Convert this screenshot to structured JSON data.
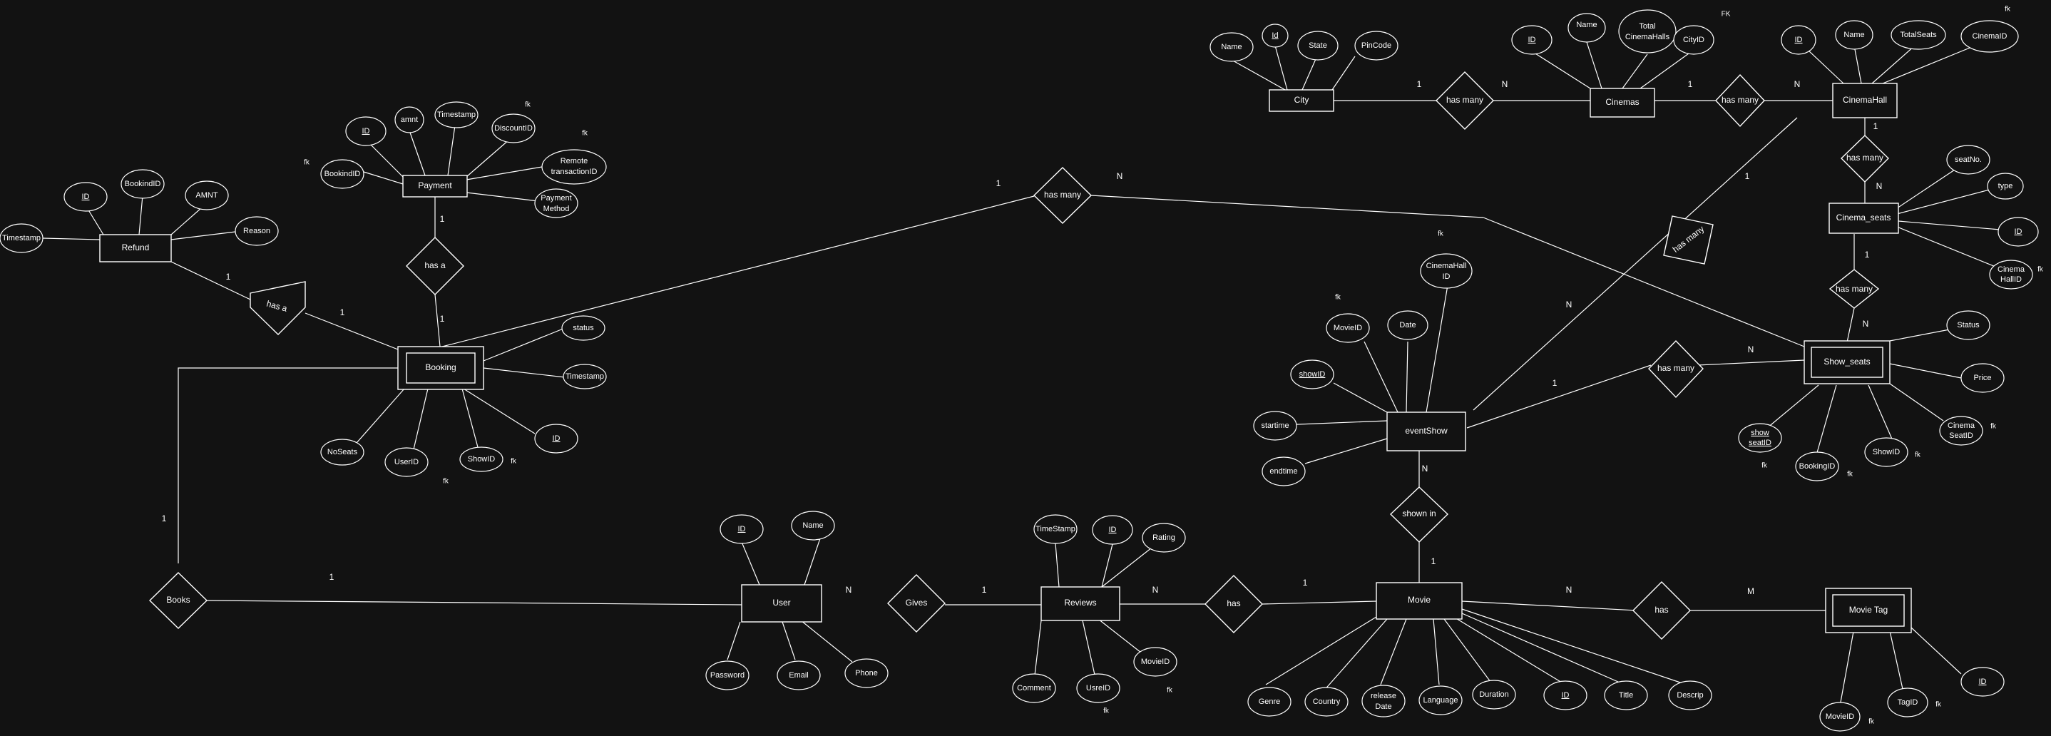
{
  "colors": {
    "background": "#121212",
    "stroke": "#ffffff",
    "text": "#ffffff"
  },
  "entities": {
    "refund": "Refund",
    "payment": "Payment",
    "booking": "Booking",
    "city": "City",
    "cinemas": "Cinemas",
    "cinema_hall": "CinemaHall",
    "cinema_seats": "Cinema_seats",
    "show_seats": "Show_seats",
    "event_show": "eventShow",
    "user": "User",
    "reviews": "Reviews",
    "movie": "Movie",
    "movie_tag": "Movie Tag"
  },
  "relationships": {
    "refund_booking": "has a",
    "payment_booking": "has a",
    "booking_showseats": "has many",
    "books": "Books",
    "city_cinemas": "has many",
    "cinemas_hall": "has many",
    "hall_seats": "has many",
    "seats_showseats": "has many",
    "hall_show": "has many",
    "show_showseats": "has many",
    "shown_in": "shown in",
    "gives": "Gives",
    "reviews_movie": "has",
    "movie_tag": "has"
  },
  "attributes": {
    "refund_timestamp": "Timestamp",
    "refund_id": "ID",
    "refund_bookingid": "BookindID",
    "refund_amnt": "AMNT",
    "refund_reason": "Reason",
    "pay_bookingid": "BookindID",
    "pay_id": "ID",
    "pay_amnt": "amnt",
    "pay_timestamp": "Timestamp",
    "pay_discountid": "DiscountID",
    "pay_remote_1": "Remote",
    "pay_remote_2": "transactionID",
    "pay_method_1": "Payment",
    "pay_method_2": "Method",
    "bk_status": "status",
    "bk_timestamp": "Timestamp",
    "bk_id": "ID",
    "bk_showid": "ShowID",
    "bk_userid": "UserID",
    "bk_noseats": "NoSeats",
    "city_name": "Name",
    "city_id": "Id",
    "city_state": "State",
    "city_pincode": "PinCode",
    "cin_id": "ID",
    "cin_name": "Name",
    "cin_total_1": "Total",
    "cin_total_2": "CinemaHalls",
    "cin_cityid": "CityID",
    "ch_id": "ID",
    "ch_name": "Name",
    "ch_totalseats": "TotalSeats",
    "ch_cinemaid": "CinemaID",
    "cs_seatno": "seatNo.",
    "cs_type": "type",
    "cs_id": "ID",
    "cs_hall_1": "Cinema",
    "cs_hall_2": "HallID",
    "ss_status": "Status",
    "ss_price": "Price",
    "ss_cinemaseat_1": "Cinema",
    "ss_cinemaseat_2": "SeatID",
    "ss_showid": "ShowID",
    "ss_bookingid": "BookingID",
    "ss_showseat_1": "show",
    "ss_showseat_2": "seatID",
    "es_movieid": "MovieID",
    "es_date": "Date",
    "es_hall_1": "CinemaHall",
    "es_hall_2": "ID",
    "es_showid": "showID",
    "es_starttime": "startime",
    "es_endtime": "endtime",
    "user_id": "ID",
    "user_name": "Name",
    "user_password": "Password",
    "user_email": "Email",
    "user_phone": "Phone",
    "rev_timestamp": "TimeStamp",
    "rev_id": "ID",
    "rev_rating": "Rating",
    "rev_comment": "Comment",
    "rev_userid": "UsreID",
    "rev_movieid": "MovieID",
    "mv_genre": "Genre",
    "mv_country": "Country",
    "mv_release_1": "release",
    "mv_release_2": "Date",
    "mv_language": "Language",
    "mv_duration": "Duration",
    "mv_id": "ID",
    "mv_title": "Title",
    "mv_descrip": "Descrip",
    "tag_movieid": "MovieID",
    "tag_tagid": "TagID",
    "tag_id": "ID"
  },
  "cardinalities": {
    "refund_side": "1",
    "booking_refund_side": "1",
    "payment_side": "1",
    "booking_payment_side": "1",
    "booking_showseats_booking": "1",
    "booking_showseats_seats": "N",
    "booking_books": "1",
    "user_books": "1",
    "city_side": "1",
    "cinemas_city_side": "N",
    "cinemas_side": "1",
    "hall_cinemas_side": "N",
    "hall_seats_hall": "1",
    "hall_seats_seats": "N",
    "seats_show_seats": "1",
    "seats_show_show": "N",
    "hall_show_hall": "1",
    "hall_show_show": "N",
    "show_ss_show": "1",
    "show_ss_seats": "N",
    "show_movie_show": "N",
    "show_movie_movie": "1",
    "user_gives": "N",
    "reviews_gives": "1",
    "reviews_has": "N",
    "movie_has": "1",
    "movie_tag_movie": "N",
    "movie_tag_tag": "M"
  },
  "fk_labels": {
    "payment_bookingid": "fk",
    "payment_discountid": "fk",
    "payment_remote": "fk",
    "booking_showid": "fk",
    "booking_userid": "fk",
    "cinemas_cityid": "FK",
    "hall_cinemaid": "fk",
    "seats_hallid": "fk",
    "showseats_cinemaseat": "fk",
    "showseats_showid": "fk",
    "showseats_bookingid": "fk",
    "showseats_showseat": "fk",
    "show_movieid": "fk",
    "show_hallid": "fk",
    "reviews_userid": "fk",
    "reviews_movieid": "fk",
    "tag_movieid": "fk",
    "tag_tagid": "fk"
  }
}
